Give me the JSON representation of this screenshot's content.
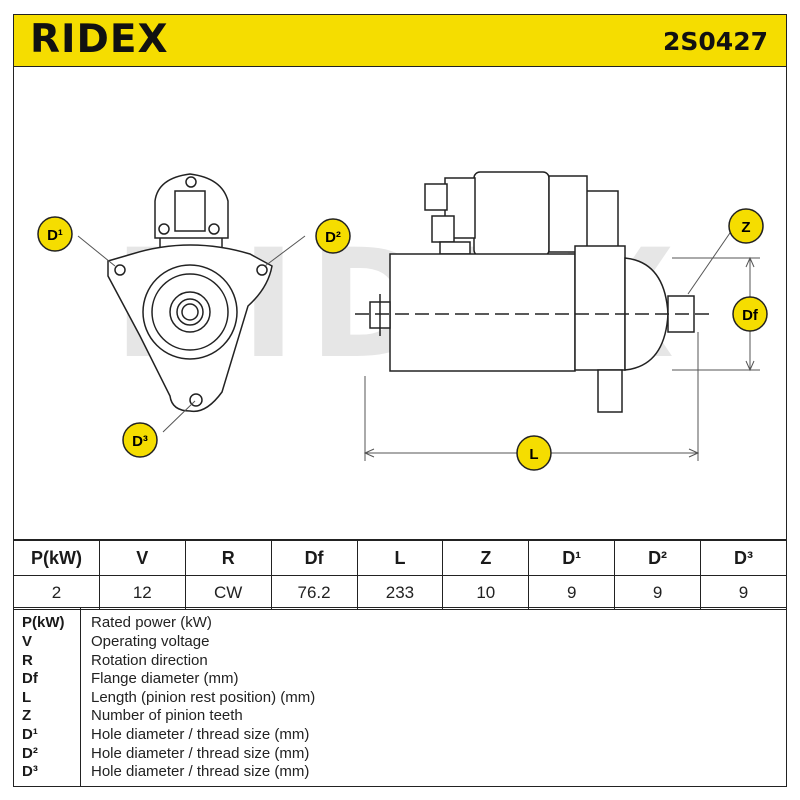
{
  "brand": {
    "logo_text": "RIDEX",
    "accent": "#f5dd00"
  },
  "part_number": "2S0427",
  "watermark": "RIDEX",
  "callouts": {
    "d1": "D¹",
    "d2": "D²",
    "d3": "D³",
    "z": "Z",
    "df": "Df",
    "l": "L"
  },
  "spec_table": {
    "headers": [
      "P(kW)",
      "V",
      "R",
      "Df",
      "L",
      "Z",
      "D¹",
      "D²",
      "D³"
    ],
    "values": [
      "2",
      "12",
      "CW",
      "76.2",
      "233",
      "10",
      "9",
      "9",
      "9"
    ]
  },
  "legend": [
    {
      "key": "P(kW)",
      "desc": "Rated power (kW)"
    },
    {
      "key": "V",
      "desc": "Operating voltage"
    },
    {
      "key": "R",
      "desc": "Rotation direction"
    },
    {
      "key": "Df",
      "desc": "Flange diameter (mm)"
    },
    {
      "key": "L",
      "desc": "Length (pinion rest position) (mm)"
    },
    {
      "key": "Z",
      "desc": "Number of pinion teeth"
    },
    {
      "key": "D¹",
      "desc": "Hole diameter / thread size (mm)"
    },
    {
      "key": "D²",
      "desc": "Hole diameter / thread size (mm)"
    },
    {
      "key": "D³",
      "desc": "Hole diameter / thread size (mm)"
    }
  ]
}
